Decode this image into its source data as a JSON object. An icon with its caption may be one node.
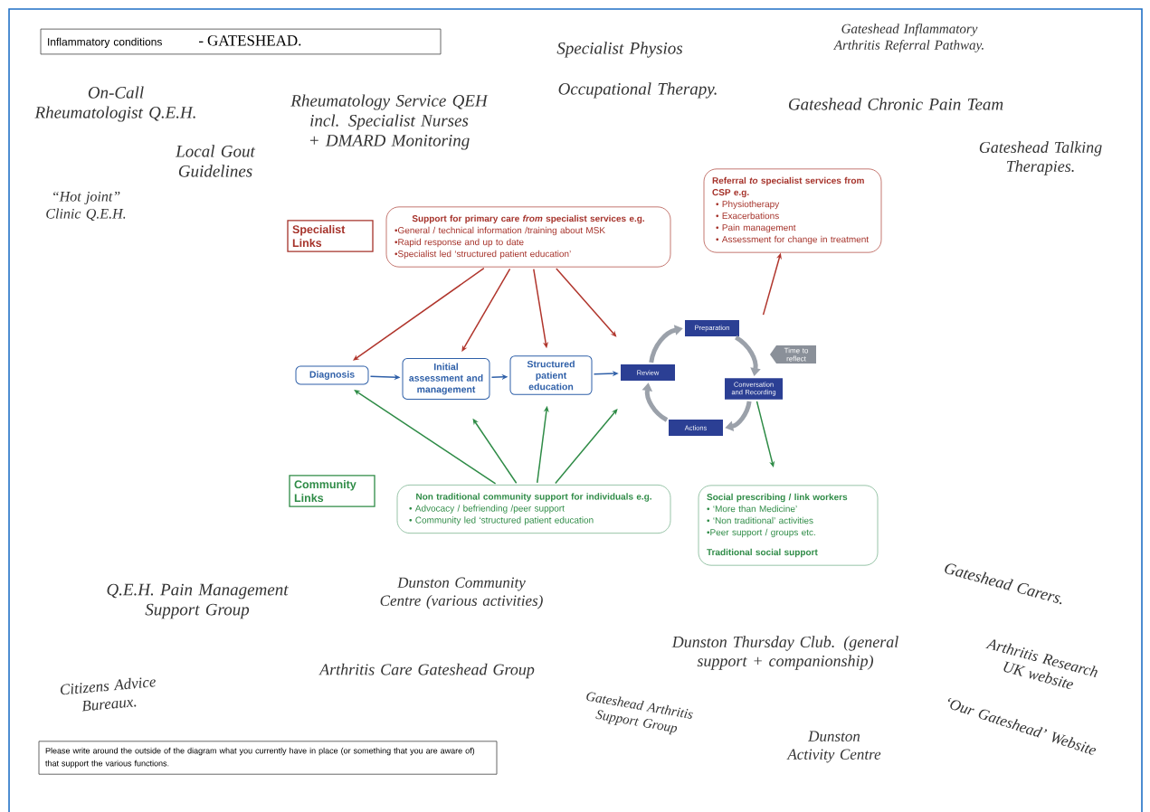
{
  "diagram": {
    "nodes": [
      {
        "text": [
          "Diagnosis"
        ]
      },
      {
        "text": [
          "Initial assessment and management"
        ]
      },
      {
        "text": [
          "Structured patient education"
        ]
      },
      {
        "text": [
          "Review"
        ]
      },
      {
        "text": [
          "Preparation"
        ]
      },
      {
        "text": [
          "Conversation and Recording"
        ]
      },
      {
        "text": [
          "Actions"
        ]
      },
      {
        "text": [
          "Time to reflect"
        ]
      },
      {
        "text": [
          "Support for primary care *from* specialist services e.g.",
          "•General / technical information /training about MSK",
          "•Rapid response and up to date",
          "•Specialist led ‘structured patient education’"
        ]
      },
      {
        "text": [
          "Referral *to* specialist services from CSP e.g.",
          "• Physiotherapy",
          "• Exacerbations",
          "• Pain management",
          "• Assessment for change in treatment"
        ]
      },
      {
        "text": [
          "Non traditional community support for individuals e.g.",
          "• Advocacy / befriending /peer support",
          "• Community led ‘structured patient education"
        ]
      },
      {
        "text": [
          "Social prescribing / link workers",
          "• ‘More than Medicine’",
          "• ‘Non traditional’ activities",
          "•Peer support / groups etc.",
          "Traditional social support"
        ]
      },
      {
        "text": [
          "Specialist Links"
        ]
      },
      {
        "text": [
          "Community Links"
        ]
      },
      {
        "text": [
          "Inflammatory conditions",
          "- GATESHEAD."
        ]
      },
      {
        "text": [
          "Please write around the outside of the diagram what you currently have in place (or something that you are aware of) that support the various functions."
        ]
      }
    ],
    "edges": [
      {
        "from": 0,
        "to": 1,
        "arrow": "to",
        "color": "#2e5fa8"
      },
      {
        "from": 1,
        "to": 2,
        "arrow": "to",
        "color": "#2e5fa8"
      },
      {
        "from": 2,
        "to": 3,
        "arrow": "to",
        "color": "#2e5fa8"
      },
      {
        "from": 3,
        "to": 4,
        "arrow": "to",
        "style": "thick",
        "color": "#9ba1aa"
      },
      {
        "from": 4,
        "to": 5,
        "arrow": "to",
        "style": "thick",
        "color": "#9ba1aa"
      },
      {
        "from": 5,
        "to": 6,
        "arrow": "to",
        "style": "thick",
        "color": "#9ba1aa"
      },
      {
        "from": 6,
        "to": 3,
        "arrow": "to",
        "style": "thick",
        "color": "#9ba1aa"
      },
      {
        "from": 8,
        "to": 0,
        "arrow": "to",
        "color": "#b0352c"
      },
      {
        "from": 8,
        "to": 1,
        "arrow": "to",
        "color": "#b0352c"
      },
      {
        "from": 8,
        "to": 2,
        "arrow": "to",
        "color": "#b0352c"
      },
      {
        "from": 8,
        "to": 3,
        "arrow": "to",
        "color": "#b0352c"
      },
      {
        "from": null,
        "to": 9,
        "arrow": "to",
        "color": "#b0352c"
      },
      {
        "from": 10,
        "to": 0,
        "arrow": "to",
        "color": "#2e8b46"
      },
      {
        "from": 10,
        "to": 1,
        "arrow": "to",
        "color": "#2e8b46"
      },
      {
        "from": 10,
        "to": 2,
        "arrow": "to",
        "color": "#2e8b46"
      },
      {
        "from": 10,
        "to": 3,
        "arrow": "to",
        "color": "#2e8b46"
      },
      {
        "from": 5,
        "to": 11,
        "arrow": "to",
        "color": "#2e8b46"
      }
    ],
    "labels": [
      "Gateshead Inflammatory Arthritis Referral Pathway.",
      "Specialist Physios",
      "Rheumatology Service QEH incl. Specialist Nurses + DMARD Monitoring",
      "On-Call Rheumatologist Q.E.H.",
      "Occupational Therapy.",
      "Gateshead Chronic Pain Team",
      "Local Gout Guidelines",
      "Gateshead Talking Therapies.",
      "“Hot joint” Clinic Q.E.H.",
      "Q.E.H. Pain Management Support Group",
      "Dunston Community Centre (various activities)",
      "Gateshead Carers.",
      "Dunston Thursday Club. (general support + companionship)",
      "Arthritis Care Gateshead Group",
      "Arthritis Research UK website",
      "Citizens Advice Bureaux.",
      "Gateshead Arthritis Support Group",
      "‘Our Gateshead’ Website",
      "Dunston Activity Centre"
    ]
  }
}
